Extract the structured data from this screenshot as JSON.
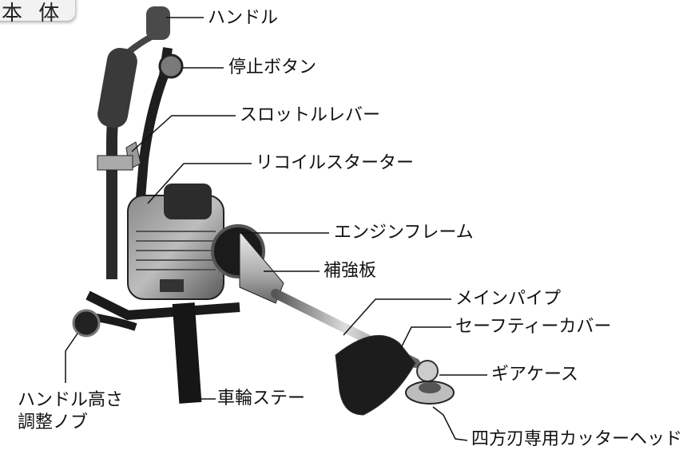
{
  "header": {
    "tab_label": "本 体"
  },
  "labels": {
    "handle": "ハンドル",
    "stop_button": "停止ボタン",
    "throttle_lever": "スロットルレバー",
    "recoil_starter": "リコイルスターター",
    "engine_frame": "エンジンフレーム",
    "reinforcement_plate": "補強板",
    "main_pipe": "メインパイプ",
    "safety_cover": "セーフティーカバー",
    "gear_case": "ギアケース",
    "handle_height_knob_line1": "ハンドル高さ",
    "handle_height_knob_line2": "調整ノブ",
    "wheel_stay": "車輪ステー",
    "cutter_head": "四方刃専用カッターヘッド"
  }
}
